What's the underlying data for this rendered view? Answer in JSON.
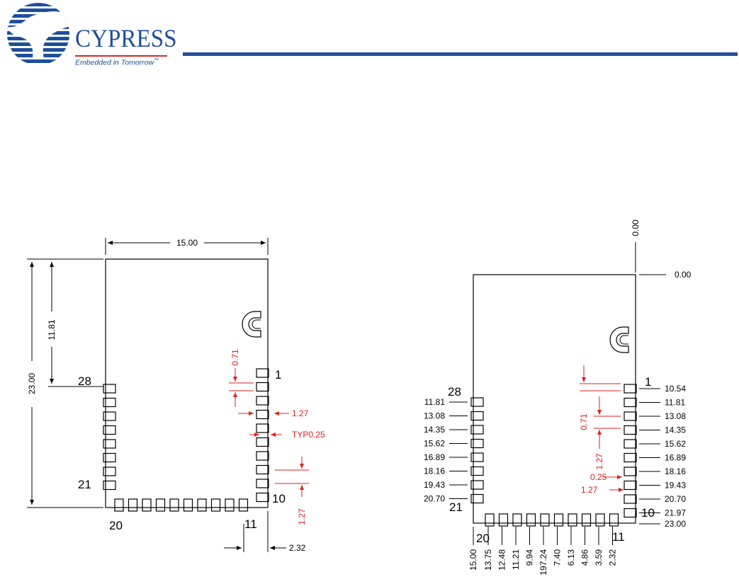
{
  "header": {
    "brand": "CYPRESS",
    "tagline": "Embedded in Tomorrow",
    "trademark": "™",
    "accent_color": "#1f4e9c",
    "rule_color": "#d42b2b"
  },
  "left_view": {
    "width_dim": "15.00",
    "height_dim": "23.00",
    "offset_dim": "11.81",
    "pitch_red": "0.71",
    "pitch_red_label": "1.27",
    "typ_label": "TYP0.25",
    "bottom_pitch_red": "1.27",
    "bottom_dim": "2.32",
    "pin_labels": {
      "p1": "1",
      "p10": "10",
      "p11": "11",
      "p20": "20",
      "p21": "21",
      "p28": "28"
    }
  },
  "right_view": {
    "origin_x": "0.00",
    "origin_y": "0.00",
    "right_dims": [
      "10.54",
      "11.81",
      "13.08",
      "14.35",
      "15.62",
      "16.89",
      "18.16",
      "19.43",
      "20.70",
      "21.97",
      "23.00"
    ],
    "left_dims": [
      "11.81",
      "13.08",
      "14.35",
      "15.62",
      "16.89",
      "18.16",
      "19.43",
      "20.70"
    ],
    "bottom_dims": [
      "15.00",
      "13.75",
      "12.48",
      "11.21",
      "9.94",
      "197.24",
      "7.40",
      "6.13",
      "4.86",
      "3.59",
      "2.32"
    ],
    "red_071": "0.71",
    "red_127": "1.27",
    "red_025": "0.25",
    "red_127b": "1.27",
    "pin_labels": {
      "p1": "1",
      "p10": "10",
      "p11": "11",
      "p20": "20",
      "p21": "21",
      "p28": "28"
    }
  }
}
